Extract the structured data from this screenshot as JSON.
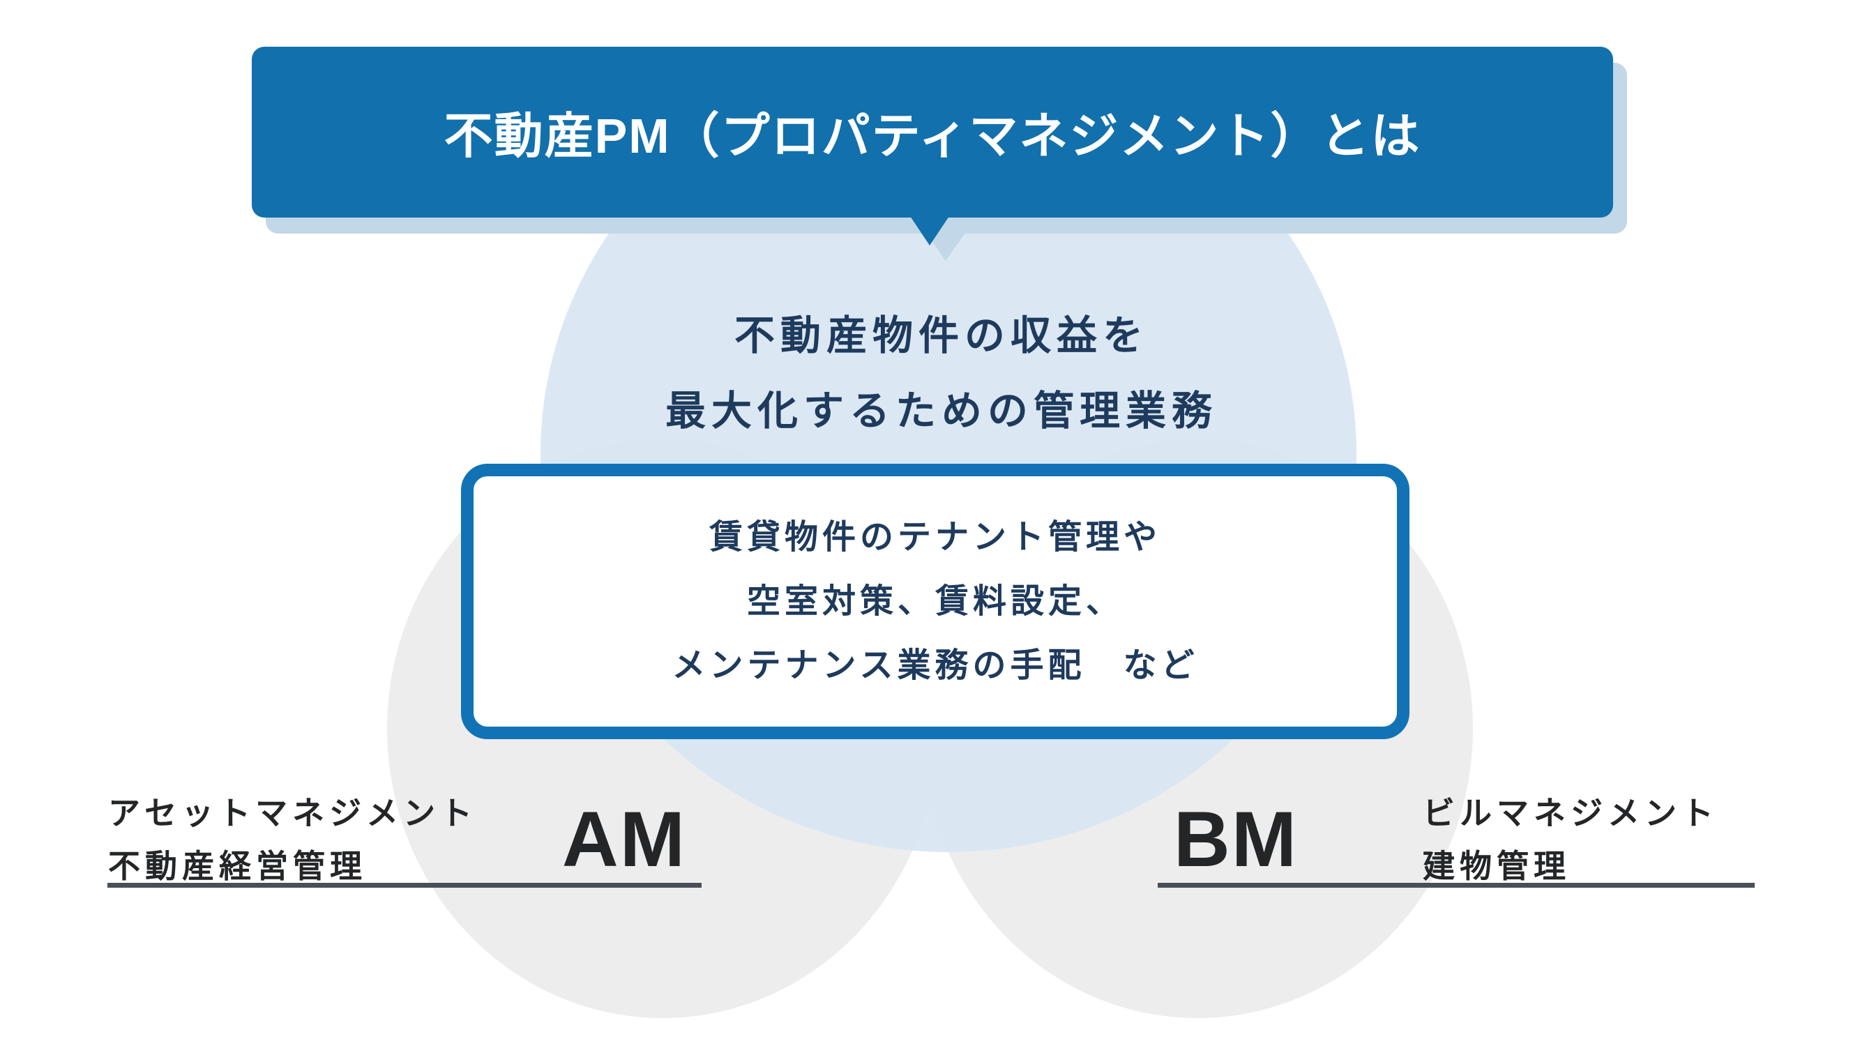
{
  "banner": {
    "title": "不動産PM（プロパティマネジメント）とは"
  },
  "intro": {
    "line1": "不動産物件の収益を",
    "line2": "最大化するための管理業務"
  },
  "pm_box": {
    "line1": "賃貸物件のテナント管理や",
    "line2": "空室対策、賃料設定、",
    "line3": "メンテナンス業務の手配　など"
  },
  "am": {
    "abbr": "AM",
    "label_line1": "アセットマネジメント",
    "label_line2": "不動産経営管理"
  },
  "bm": {
    "abbr": "BM",
    "label_line1": "ビルマネジメント",
    "label_line2": "建物管理"
  },
  "colors": {
    "banner_blue": "#1270ad",
    "box_border_blue": "#1173b6",
    "navy_text": "#1e3a5c",
    "circle_blue": "#d7e6f3",
    "circle_gray": "#ededed",
    "shadow_blue": "#c2d7e7",
    "underline_gray": "#4a4f57",
    "dark_text": "#232527"
  }
}
